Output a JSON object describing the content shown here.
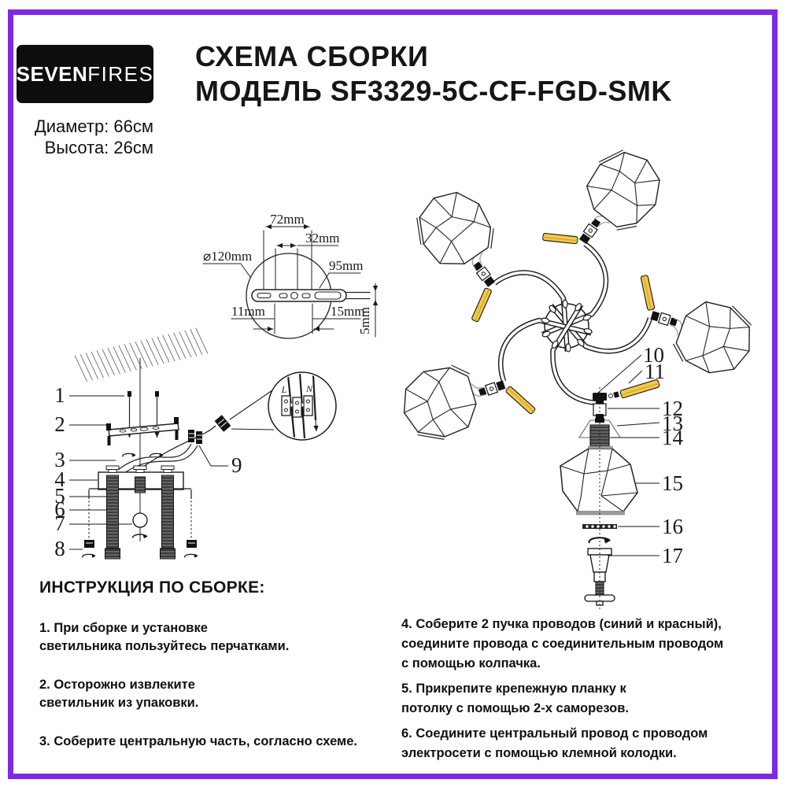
{
  "brand": {
    "bold": "SEVEN",
    "light": "FIRES"
  },
  "header": {
    "title_line1": "СХЕМА СБОРКИ",
    "title_line2": "МОДЕЛЬ SF3329-5C-CF-FGD-SMK"
  },
  "specs": {
    "diameter": "Диаметр: 66см",
    "height": "Высота: 26см"
  },
  "plate_drawing": {
    "dim_top": "72mm",
    "dim_mid": "32mm",
    "dim_diameter": "⌀120mm",
    "dim_right": "95mm",
    "dim_bottom_left": "11mm",
    "dim_bottom_right": "15mm",
    "dim_side": "5mm"
  },
  "wiring_detail": {
    "live": "L",
    "neutral": "N"
  },
  "parts": [
    "1",
    "2",
    "3",
    "4",
    "5",
    "6",
    "7",
    "8",
    "9",
    "10",
    "11",
    "12",
    "13",
    "14",
    "15",
    "16",
    "17"
  ],
  "instructions": {
    "heading": "ИНСТРУКЦИЯ ПО СБОРКЕ:",
    "items_left": [
      "1. При сборке и установке\nсветильника пользуйтесь перчатками.",
      "2. Осторожно извлеките\nсветильник из упаковки.",
      "3. Соберите центральную часть, согласно схеме."
    ],
    "items_right": [
      "4. Соберите 2 пучка проводов (синий и красный),\nсоедините провода с соединительным проводом\nс помощью колпачка.",
      "5. Прикрепите крепежную планку к\nпотолку с помощью 2-х саморезов.",
      "6. Соедините центральный провод с проводом\nэлектросети с помощью клемной колодки."
    ]
  },
  "colors": {
    "frame": "#7d2ae8",
    "lamp_gold": "#f2c94c",
    "line": "#1c1c1c"
  }
}
